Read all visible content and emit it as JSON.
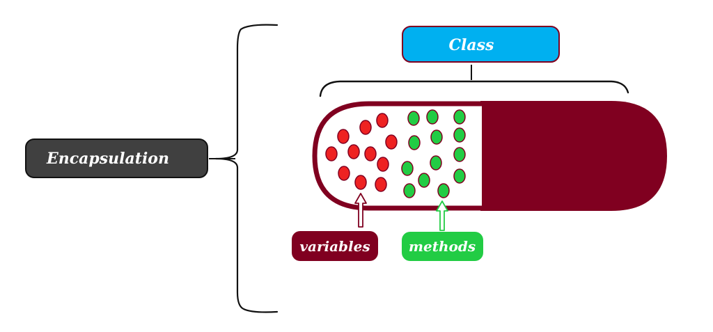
{
  "diagram": {
    "main_label": "Encapsulation",
    "class_label": "Class",
    "variables_label": "variables",
    "methods_label": "methods"
  },
  "colors": {
    "capsule": "#800020",
    "class_box": "#00b0f0",
    "class_box_border": "#800020",
    "encapsulation_box": "#404040",
    "variables_box": "#800020",
    "methods_box": "#22cc44",
    "variable_dot": "#ee2222",
    "method_dot": "#22cc44",
    "bracket": "#111111",
    "label_text": "#ffffff"
  }
}
